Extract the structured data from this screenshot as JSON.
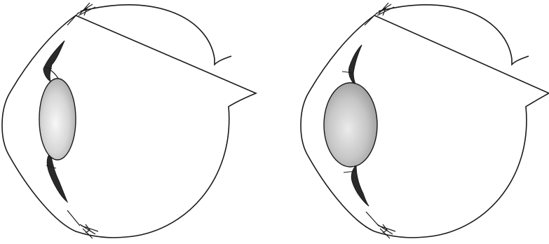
{
  "colors": {
    "background": "#ffffff",
    "outline": "#1a1a1a",
    "ligament": "#2a2a2a",
    "lens_center_relaxed": "#f4f4f4",
    "lens_edge_relaxed": "#a9a9a9",
    "lens_center_accommodated": "#e2e2e2",
    "lens_edge_accommodated": "#9a9a9a"
  },
  "eyes": [
    {
      "id": "left",
      "lens_state": "thin"
    },
    {
      "id": "right",
      "lens_state": "thick"
    }
  ]
}
